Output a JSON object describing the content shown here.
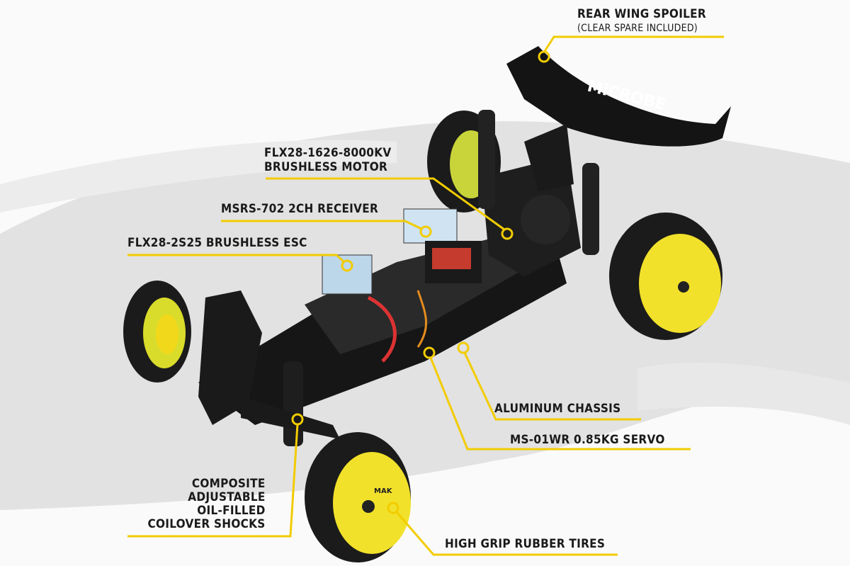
{
  "brand_logo_text": "MiCROBE",
  "wheel_logo_text": "MAK",
  "accent_color": "#f2cc00",
  "callouts": {
    "rear_wing": {
      "title": "REAR WING SPOILER",
      "subtitle": "(CLEAR SPARE INCLUDED)"
    },
    "motor": {
      "line1": "FLX28-1626-8000KV",
      "line2": "BRUSHLESS MOTOR"
    },
    "receiver": {
      "title": "MSRS-702 2CH RECEIVER"
    },
    "esc": {
      "title": "FLX28-2S25 BRUSHLESS ESC"
    },
    "chassis": {
      "title": "ALUMINUM CHASSIS"
    },
    "servo": {
      "title": "MS-01WR 0.85KG SERVO"
    },
    "shocks": {
      "line1": "COMPOSITE",
      "line2": "ADJUSTABLE",
      "line3": "OIL-FILLED",
      "line4": "COILOVER SHOCKS"
    },
    "tires": {
      "title": "HIGH GRIP RUBBER TIRES"
    }
  }
}
